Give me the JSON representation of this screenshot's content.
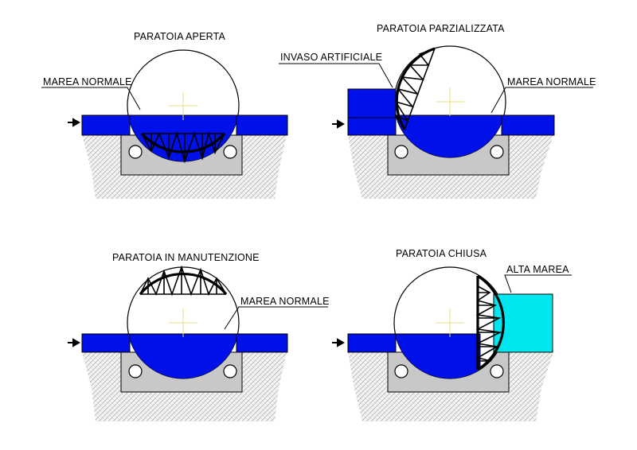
{
  "colors": {
    "water": "#0010e8",
    "high_tide_water": "#00e6ee",
    "block": "#c8c8c8",
    "centre_cross": "#e8dc80"
  },
  "panels": [
    {
      "key": "open",
      "title": "PARATOIA APERTA",
      "labels": [
        "MAREA NORMALE"
      ]
    },
    {
      "key": "partial",
      "title": "PARATOIA  PARZIALIZZATA",
      "labels": [
        "INVASO ARTIFICIALE",
        "MAREA NORMALE"
      ]
    },
    {
      "key": "maintenance",
      "title": "PARATOIA IN MANUTENZIONE",
      "labels": [
        "MAREA NORMALE"
      ]
    },
    {
      "key": "closed",
      "title": "PARATOIA CHIUSA",
      "labels": [
        "ALTA MAREA"
      ]
    }
  ]
}
